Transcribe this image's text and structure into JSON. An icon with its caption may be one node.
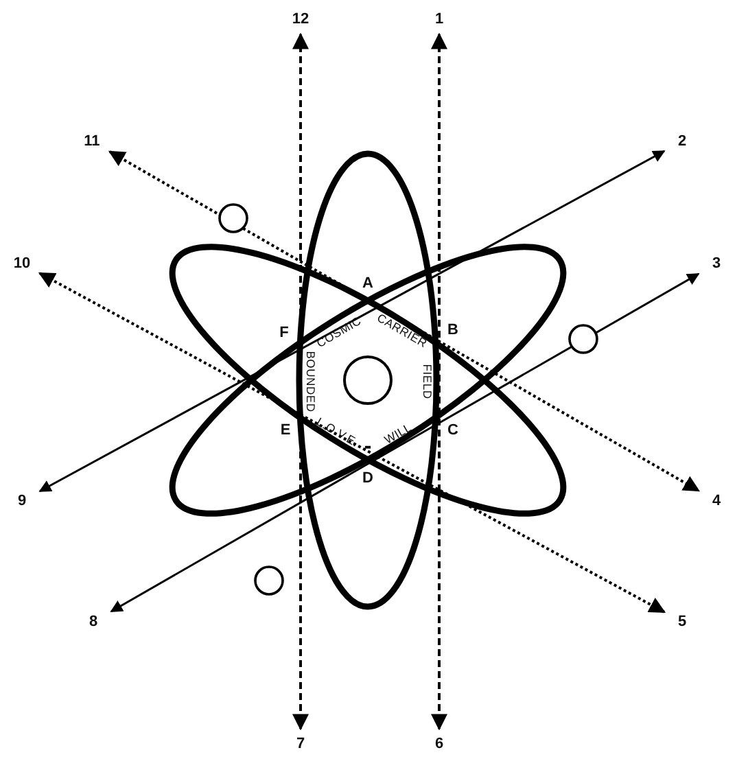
{
  "diagram": {
    "nodes": [
      {
        "text": [
          "12"
        ]
      },
      {
        "text": [
          "1"
        ]
      },
      {
        "text": [
          "11"
        ]
      },
      {
        "text": [
          "2"
        ]
      },
      {
        "text": [
          "10"
        ]
      },
      {
        "text": [
          "3"
        ]
      },
      {
        "text": [
          "9"
        ]
      },
      {
        "text": [
          "4"
        ]
      },
      {
        "text": [
          "8"
        ]
      },
      {
        "text": [
          "5"
        ]
      },
      {
        "text": [
          "7"
        ]
      },
      {
        "text": [
          "6"
        ]
      }
    ],
    "edges": [
      {
        "from": 0,
        "to": 10,
        "arrow": "both",
        "style": "dashed"
      },
      {
        "from": 1,
        "to": 11,
        "arrow": "both",
        "style": "dashed"
      },
      {
        "from": 2,
        "to": 7,
        "arrow": "both",
        "style": "dashed"
      },
      {
        "from": 3,
        "to": 6,
        "arrow": "both"
      },
      {
        "from": 4,
        "to": 9,
        "arrow": "both",
        "style": "dashed"
      },
      {
        "from": 5,
        "to": 8,
        "arrow": "both"
      }
    ],
    "labels": [
      "A",
      "F",
      "COSMIC",
      "CARRIER",
      "B",
      "BOUNDED",
      "FIELD",
      "E",
      "L.O.V.E.",
      "WILL",
      "C",
      "-",
      "D"
    ]
  }
}
